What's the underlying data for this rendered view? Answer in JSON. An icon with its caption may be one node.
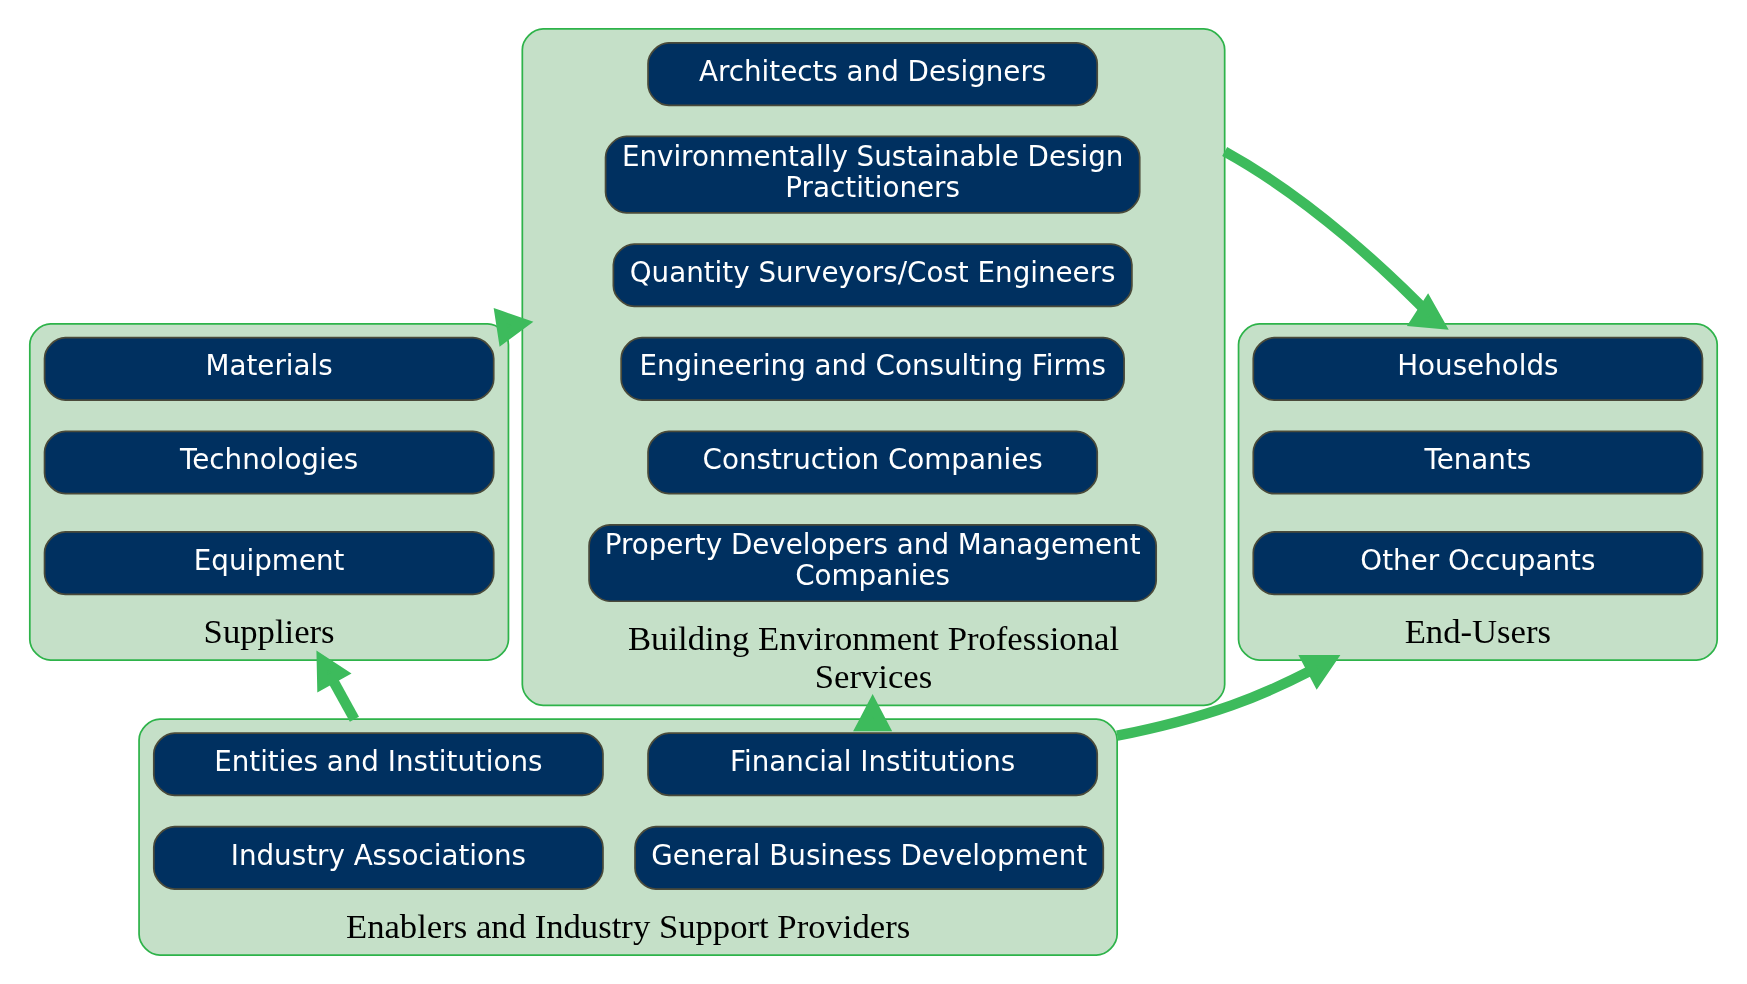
{
  "diagram": {
    "nodes": [
      {
        "text": [
          "Suppliers"
        ]
      },
      {
        "text": [
          "Materials"
        ],
        "in": 0
      },
      {
        "text": [
          "Technologies"
        ],
        "in": 0
      },
      {
        "text": [
          "Equipment"
        ],
        "in": 0
      },
      {
        "text": [
          "Building Environment Professional Services"
        ]
      },
      {
        "text": [
          "Architects and Designers"
        ],
        "in": 4
      },
      {
        "text": [
          "Environmentally Sustainable Design Practitioners"
        ],
        "in": 4
      },
      {
        "text": [
          "Quantity Surveyors/Cost Engineers"
        ],
        "in": 4
      },
      {
        "text": [
          "Engineering and Consulting Firms"
        ],
        "in": 4
      },
      {
        "text": [
          "Construction Companies"
        ],
        "in": 4
      },
      {
        "text": [
          "Property Developers and Management Companies"
        ],
        "in": 4
      },
      {
        "text": [
          "End-Users"
        ]
      },
      {
        "text": [
          "Households"
        ],
        "in": 11
      },
      {
        "text": [
          "Tenants"
        ],
        "in": 11
      },
      {
        "text": [
          "Other Occupants"
        ],
        "in": 11
      },
      {
        "text": [
          "Enablers and Industry Support Providers"
        ]
      },
      {
        "text": [
          "Entities and Institutions"
        ],
        "in": 15
      },
      {
        "text": [
          "Industry Associations"
        ],
        "in": 15
      },
      {
        "text": [
          "Financial Institutions"
        ],
        "in": 15
      },
      {
        "text": [
          "General Business Development"
        ],
        "in": 15
      }
    ],
    "edges": [
      {
        "from": 0,
        "to": 4,
        "arrow": "to"
      },
      {
        "from": 4,
        "to": 11,
        "arrow": "to"
      },
      {
        "from": 15,
        "to": 0,
        "arrow": "to"
      },
      {
        "from": 15,
        "to": 4,
        "arrow": "to"
      },
      {
        "from": 15,
        "to": 11,
        "arrow": "to"
      }
    ]
  }
}
